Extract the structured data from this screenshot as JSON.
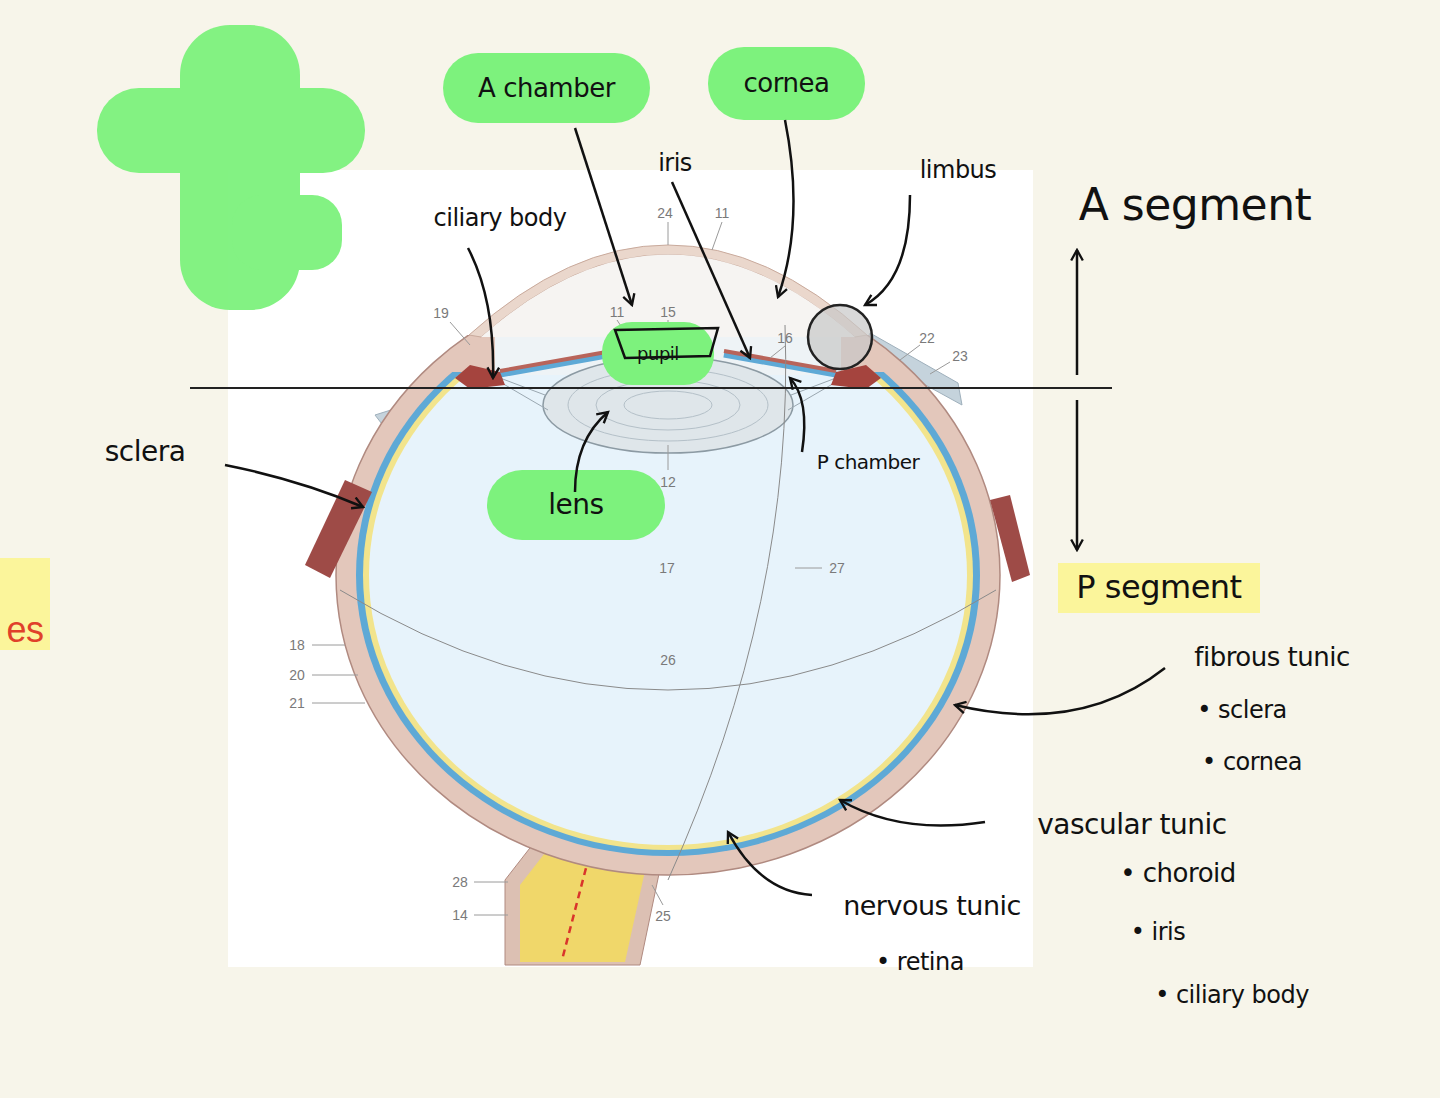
{
  "diagram": {
    "nodes": [
      {
        "text": [
          "A chamber"
        ]
      },
      {
        "text": [
          "cornea"
        ]
      },
      {
        "text": [
          "pupil"
        ]
      },
      {
        "text": [
          "lens"
        ]
      },
      {
        "text": [
          "P segment"
        ]
      },
      {
        "text": [
          "es"
        ]
      }
    ],
    "labels": [
      "24",
      "11",
      "iris",
      "limbus",
      "ciliary body",
      "A segment",
      "19",
      "11",
      "15",
      "16",
      "22",
      "23",
      "sclera",
      "P chamber",
      "12",
      "17",
      "27",
      "26",
      "18",
      "20",
      "21",
      "fibrous tunic",
      "• sclera",
      "• cornea",
      "vascular tunic",
      "• choroid",
      "nervous tunic",
      "• iris",
      "• retina",
      "28",
      "14",
      "25",
      "• ciliary body"
    ]
  }
}
